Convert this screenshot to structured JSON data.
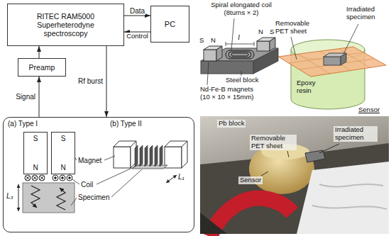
{
  "diagram": {
    "nodes": [
      {
        "text": [
          "RITEC RAM5000 Superheterodyne spectroscopy"
        ]
      },
      {
        "text": [
          "PC"
        ]
      },
      {
        "text": [
          "Preamp"
        ]
      },
      {
        "text": [
          "(a) Type I",
          "(b) Type II"
        ]
      },
      {
        "text": [
          "S",
          "N"
        ],
        "in": 3
      },
      {
        "text": [
          "S",
          "N"
        ],
        "in": 3
      }
    ],
    "edges": [
      {
        "from": 0,
        "to": 1,
        "label": "Data",
        "arrow": "to"
      },
      {
        "from": 1,
        "to": 0,
        "label": "Control",
        "arrow": "to"
      },
      {
        "from": 0,
        "to": 3,
        "label": "Rf burst",
        "arrow": "to"
      },
      {
        "from": 3,
        "to": 2,
        "label": "Signal",
        "arrow": "to"
      },
      {
        "from": 2,
        "to": 0,
        "arrow": "to"
      }
    ],
    "labels": [
      "Magnet",
      "Coil",
      "Specimen",
      "L₃",
      "L₁",
      "Spiral elongated coil (8turns × 2)",
      "l",
      "N",
      "S",
      "S",
      "N",
      "Steel block",
      "Nd-Fe-B magnets (10 × 10 × 15mm)",
      "Irradiated specimen",
      "Removable PET sheet",
      "Epoxy resin",
      "Sensor",
      "Pb block",
      "Removable PET sheet",
      "Irradiated specimen",
      "Sensor"
    ]
  }
}
